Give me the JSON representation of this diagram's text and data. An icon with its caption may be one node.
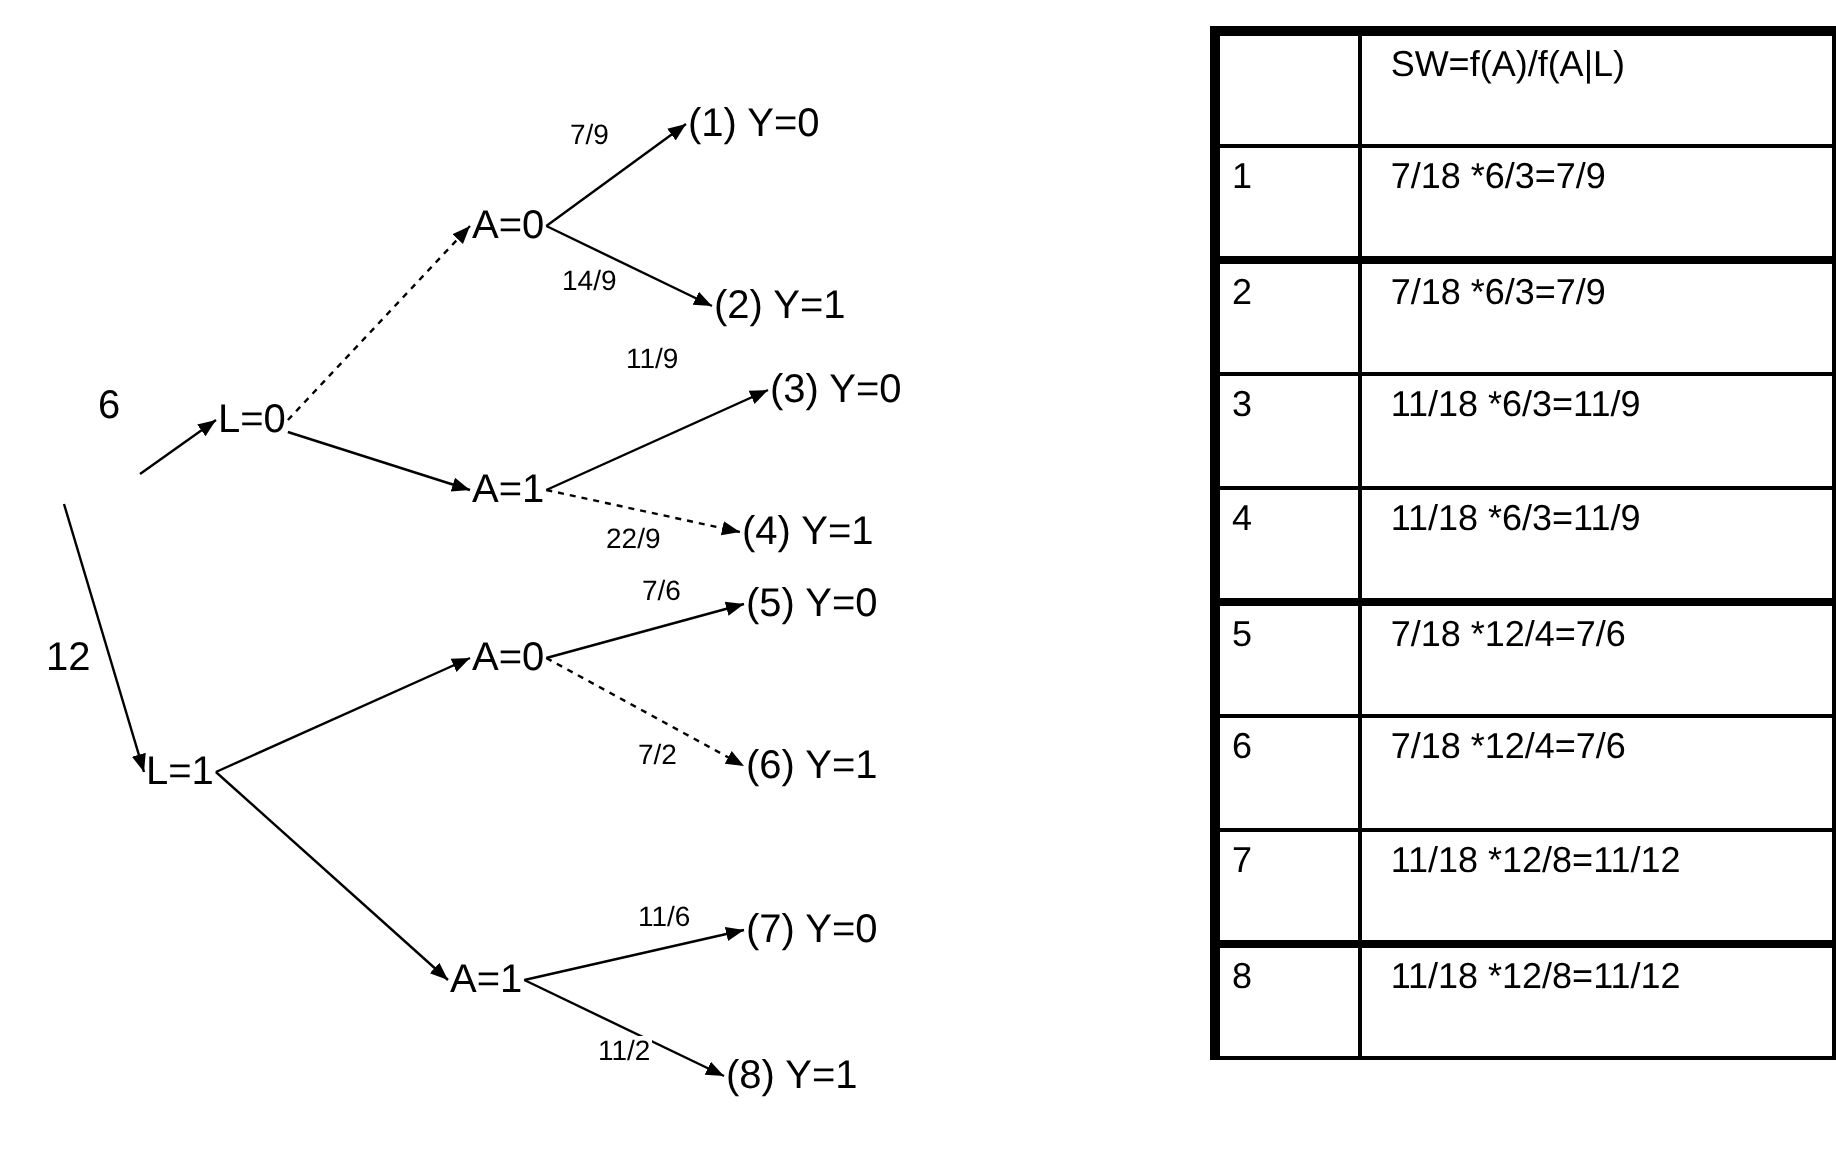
{
  "diagram": {
    "nodes": [
      {
        "text": [
          "L=0"
        ]
      },
      {
        "text": [
          "L=1"
        ]
      },
      {
        "text": [
          "A=0"
        ]
      },
      {
        "text": [
          "A=1"
        ]
      },
      {
        "text": [
          "A=0"
        ]
      },
      {
        "text": [
          "A=1"
        ]
      },
      {
        "text": [
          "(1) Y=0"
        ]
      },
      {
        "text": [
          "(2) Y=1"
        ]
      },
      {
        "text": [
          "(3) Y=0"
        ]
      },
      {
        "text": [
          "(4) Y=1"
        ]
      },
      {
        "text": [
          "(5) Y=0"
        ]
      },
      {
        "text": [
          "(6) Y=1"
        ]
      },
      {
        "text": [
          "(7) Y=0"
        ]
      },
      {
        "text": [
          "(8) Y=1"
        ]
      }
    ],
    "edges": [
      {
        "from": null,
        "to": 0,
        "arrow": "to",
        "label": "6"
      },
      {
        "from": null,
        "to": 1,
        "arrow": "to",
        "label": "12"
      },
      {
        "from": 0,
        "to": 2,
        "arrow": "to",
        "style": "dashed"
      },
      {
        "from": 0,
        "to": 3,
        "arrow": "to"
      },
      {
        "from": 1,
        "to": 4,
        "arrow": "to"
      },
      {
        "from": 1,
        "to": 5,
        "arrow": "to"
      },
      {
        "from": 2,
        "to": 6,
        "arrow": "to",
        "label": "7/9"
      },
      {
        "from": 2,
        "to": 7,
        "arrow": "to",
        "label": "14/9"
      },
      {
        "from": 3,
        "to": 8,
        "arrow": "to",
        "label": "11/9"
      },
      {
        "from": 3,
        "to": 9,
        "arrow": "to",
        "label": "22/9",
        "style": "dashed"
      },
      {
        "from": 4,
        "to": 10,
        "arrow": "to",
        "label": "7/6"
      },
      {
        "from": 4,
        "to": 11,
        "arrow": "to",
        "label": "7/2",
        "style": "dashed"
      },
      {
        "from": 5,
        "to": 12,
        "arrow": "to",
        "label": "11/6"
      },
      {
        "from": 5,
        "to": 13,
        "arrow": "to",
        "label": "11/2"
      }
    ],
    "labels": [
      "SW=f(A)/f(A|L)",
      "1",
      "7/18 *6/3=7/9",
      "2",
      "7/18 *6/3=7/9",
      "3",
      "11/18 *6/3=11/9",
      "4",
      "11/18 *6/3=11/9",
      "5",
      "7/18 *12/4=7/6",
      "6",
      "7/18 *12/4=7/6",
      "7",
      "11/18 *12/8=11/12",
      "8",
      "11/18 *12/8=11/12"
    ]
  }
}
